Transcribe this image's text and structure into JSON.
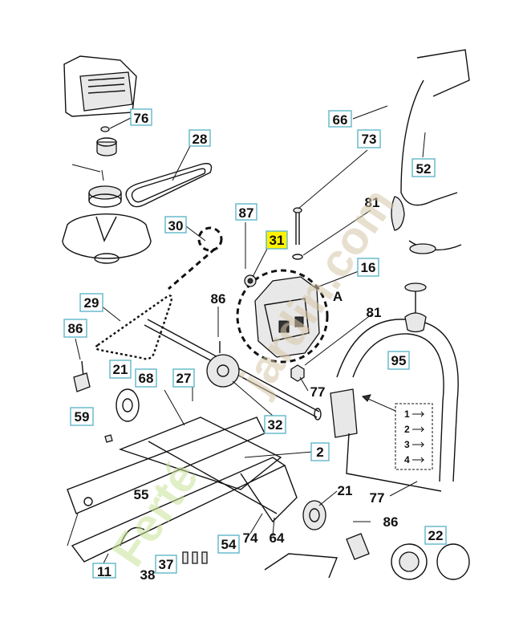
{
  "diagram": {
    "callouts": [
      "76",
      "28",
      "30",
      "87",
      "31",
      "66",
      "73",
      "52",
      "81",
      "16",
      "29",
      "86",
      "86",
      "21",
      "68",
      "27",
      "81",
      "77",
      "95",
      "59",
      "32",
      "2",
      "55",
      "21",
      "77",
      "86",
      "74",
      "64",
      "54",
      "37",
      "11",
      "38",
      "22"
    ],
    "highlighted_callout": "31",
    "view_letter": "A",
    "sequence_labels": [
      "1",
      "2",
      "3",
      "4"
    ],
    "watermark": {
      "part1": "Ferté",
      "part2": "jardin.com"
    }
  }
}
